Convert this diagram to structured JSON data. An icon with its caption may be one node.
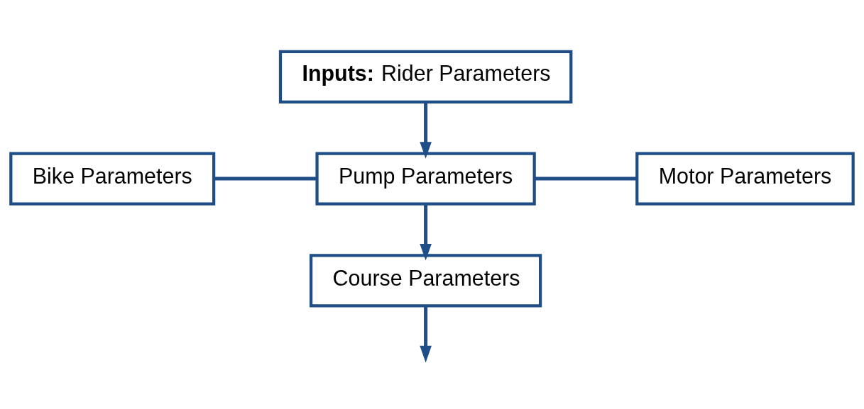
{
  "diagram": {
    "nodes": [
      {
        "text": [
          "**Inputs:** Rider Parameters"
        ]
      },
      {
        "text": [
          "Bike Parameters"
        ]
      },
      {
        "text": [
          "Pump Parameters"
        ]
      },
      {
        "text": [
          "Motor Parameters"
        ]
      },
      {
        "text": [
          "Course Parameters"
        ]
      }
    ],
    "edges": [
      {
        "from": 0,
        "to": 2,
        "arrow": "to"
      },
      {
        "from": 1,
        "to": 2,
        "arrow": "none"
      },
      {
        "from": 2,
        "to": 3,
        "arrow": "none"
      },
      {
        "from": 2,
        "to": 4,
        "arrow": "to"
      },
      {
        "from": 4,
        "to": null,
        "arrow": "to"
      }
    ]
  }
}
